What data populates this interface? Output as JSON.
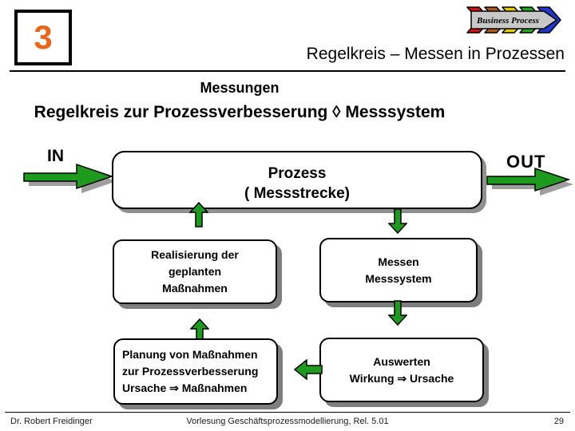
{
  "header": {
    "slide_number": "3",
    "logo_label": "Business Process",
    "title": "Regelkreis – Messen in Prozessen"
  },
  "headings": {
    "line1": "Messungen",
    "line2": "Regelkreis zur Prozessverbesserung ◊ Messsystem"
  },
  "diagram": {
    "in_label": "IN",
    "out_label": "OUT",
    "process_box": {
      "lines": [
        "Prozess",
        "( Messstrecke)"
      ]
    },
    "realisierung_box": {
      "lines": [
        "Realisierung der",
        "geplanten",
        "Maßnahmen"
      ]
    },
    "messen_box": {
      "lines": [
        "Messen",
        "Messsystem"
      ]
    },
    "planung_box": {
      "lines": [
        "Planung von Maßnahmen",
        "zur Prozessverbesserung",
        "Ursache ⇒ Maßnahmen"
      ]
    },
    "auswerten_box": {
      "lines": [
        "Auswerten",
        "Wirkung ⇒ Ursache"
      ]
    }
  },
  "footer": {
    "author": "Dr. Robert Freidinger",
    "course": "Vorlesung Geschäftsprozessmodellierung, Rel. 5.01",
    "page_number": "29"
  },
  "colors": {
    "arrow_green": "#1e9b1e",
    "slide_number_orange": "#e8671c",
    "shadow_gray": "#7e7e7e",
    "logo_banner_gray": "#c8c8c8",
    "logo_chevrons": [
      "#d01010",
      "#b25a14",
      "#e3cf00",
      "#1faa1f",
      "#2038c8"
    ]
  }
}
